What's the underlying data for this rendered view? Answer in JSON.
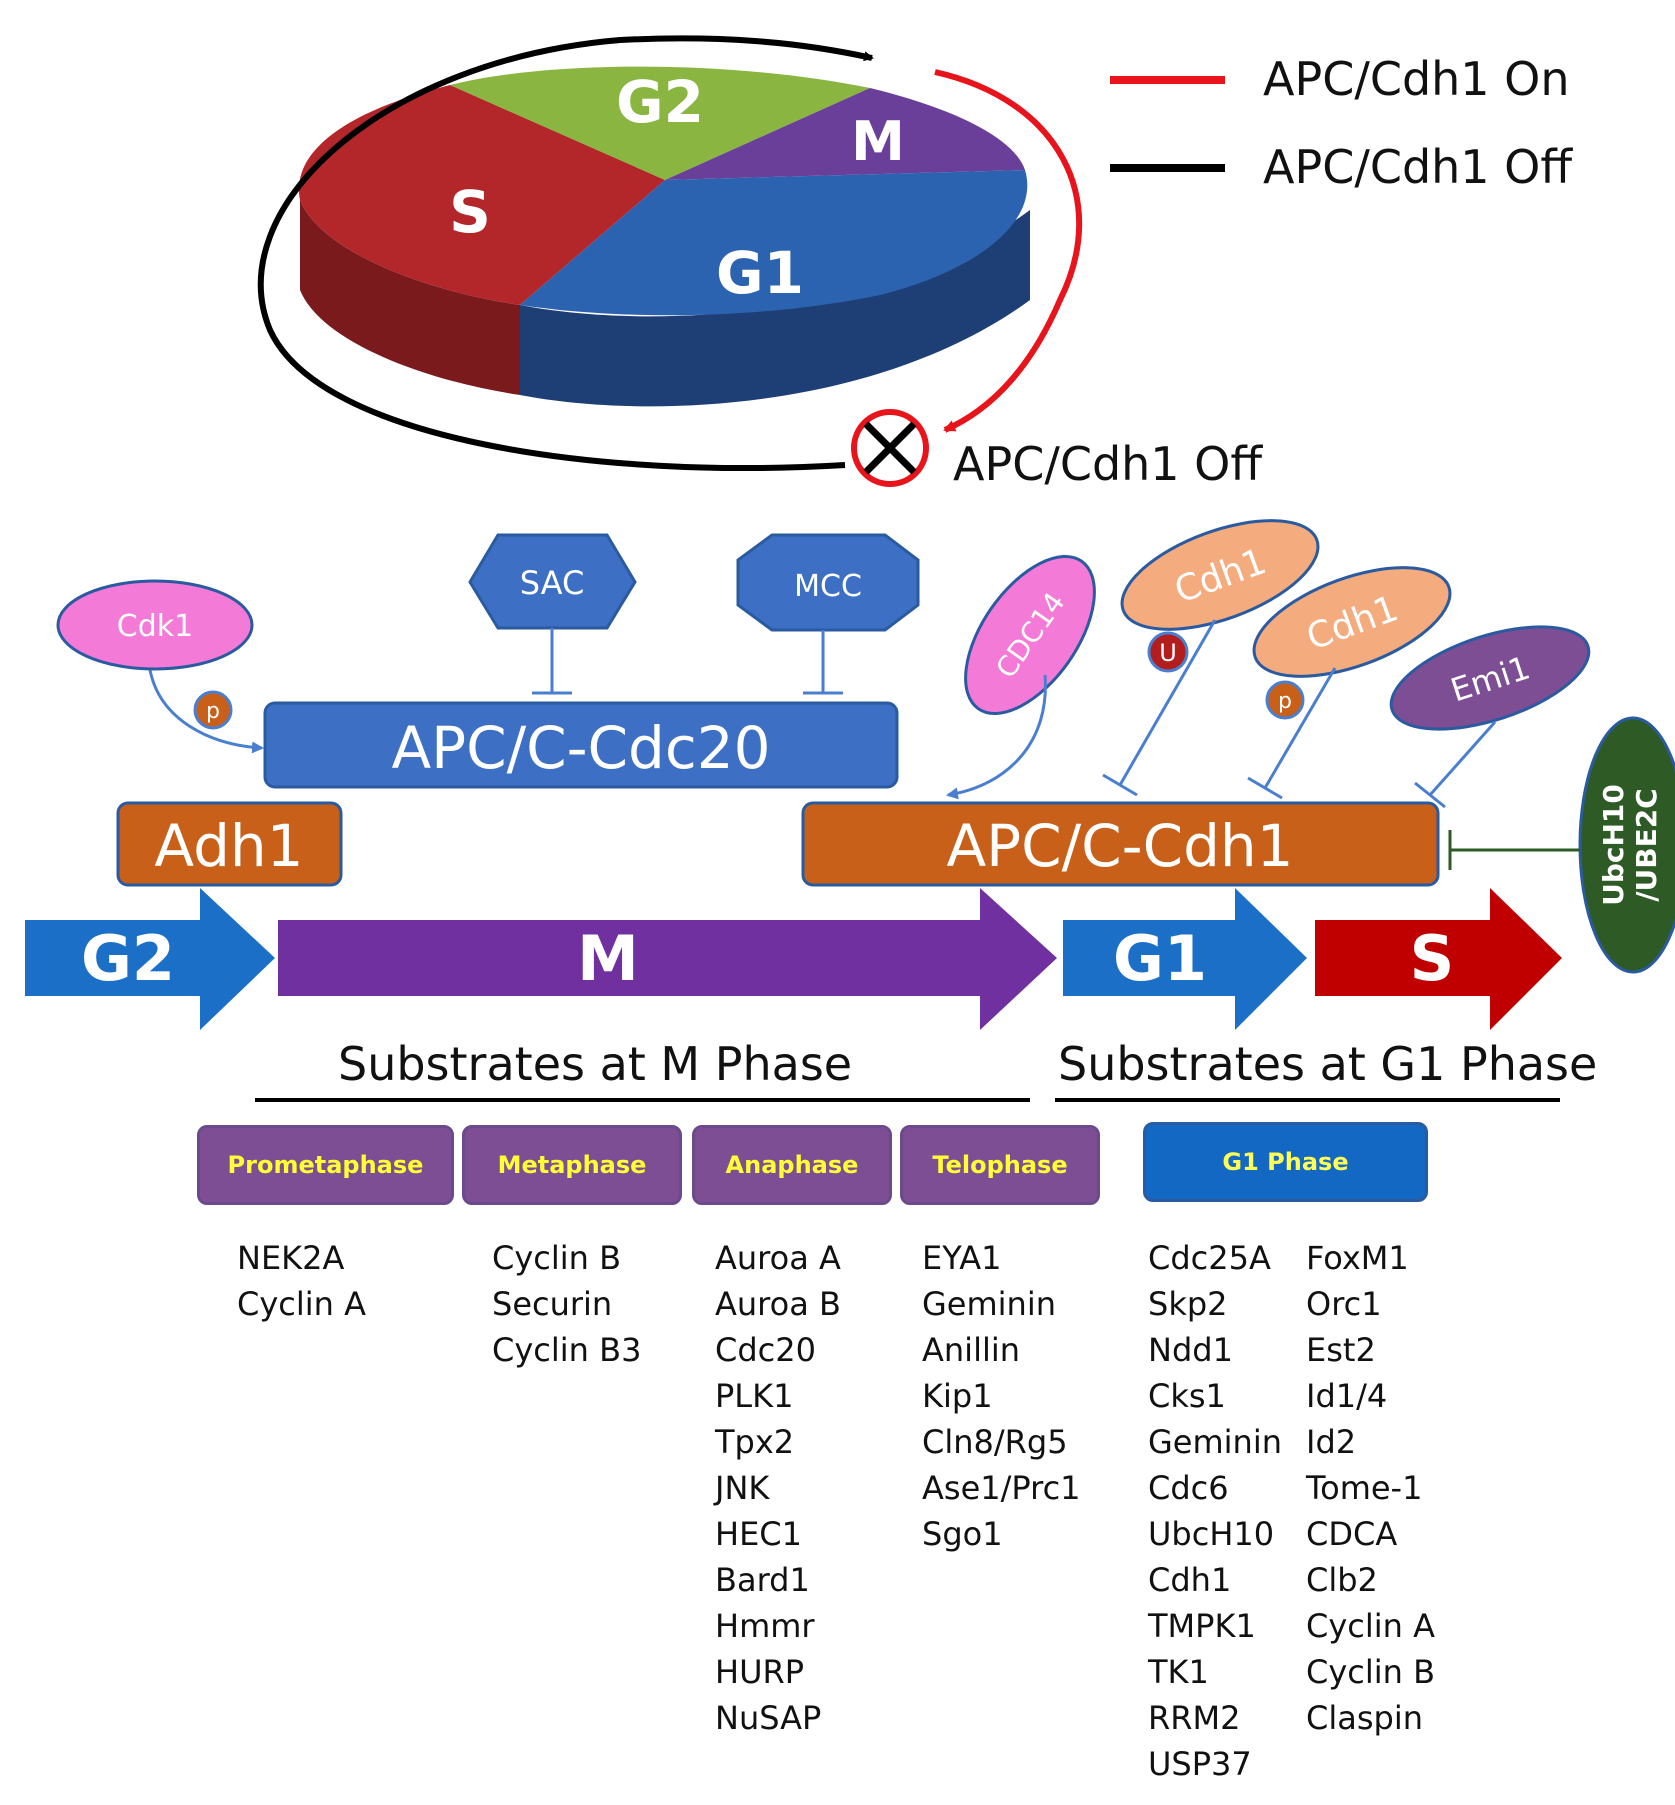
{
  "legend": {
    "on_label": "APC/Cdh1 On",
    "off_label": "APC/Cdh1 Off",
    "on_color": "#e8141b",
    "off_color": "#000000"
  },
  "pie": {
    "slices": {
      "s": "S",
      "g2": "G2",
      "m": "M",
      "g1": "G1"
    },
    "colors": {
      "s": "#b3272b",
      "g2": "#8ab541",
      "m": "#6a3f99",
      "g1": "#2c63b0"
    },
    "off_point_label": "APC/Cdh1 Off"
  },
  "regulators": {
    "cdk1": "Cdk1",
    "sac": "SAC",
    "mcc": "MCC",
    "cdc14": "CDC14",
    "cdh1_u": "Cdh1",
    "cdh1_p": "Cdh1",
    "emi1": "Emi1",
    "ubch10": "UbcH10\n/UBE2C",
    "p_badge": "p",
    "u_badge": "U"
  },
  "complexes": {
    "apc_cdc20": "APC/C-Cdc20",
    "adh1": "Adh1",
    "apc_cdh1": "APC/C-Cdh1"
  },
  "phases": {
    "g2": "G2",
    "m": "M",
    "g1": "G1",
    "s": "S"
  },
  "substrate_headers": {
    "m_phase": "Substrates at M Phase",
    "g1_phase": "Substrates at G1 Phase"
  },
  "phase_boxes": {
    "prometaphase": "Prometaphase",
    "metaphase": "Metaphase",
    "anaphase": "Anaphase",
    "telophase": "Telophase",
    "g1_phase": "G1 Phase"
  },
  "substrates": {
    "prometaphase": [
      "NEK2A",
      "Cyclin A"
    ],
    "metaphase": [
      "Cyclin B",
      "Securin",
      "Cyclin B3"
    ],
    "anaphase": [
      "Auroa A",
      "Auroa B",
      "Cdc20",
      "PLK1",
      "Tpx2",
      "JNK",
      "HEC1",
      "Bard1",
      "Hmmr",
      "HURP",
      "NuSAP"
    ],
    "telophase": [
      "EYA1",
      "Geminin",
      "Anillin",
      "Kip1",
      "Cln8/Rg5",
      "Ase1/Prc1",
      "Sgo1"
    ],
    "g1_col1": [
      "Cdc25A",
      "Skp2",
      "Ndd1",
      "Cks1",
      "Geminin",
      "Cdc6",
      "UbcH10",
      "Cdh1",
      "TMPK1",
      "TK1",
      "RRM2",
      "USP37"
    ],
    "g1_col2": [
      "FoxM1",
      "Orc1",
      "Est2",
      "Id1/4",
      "Id2",
      "Tome-1",
      "CDCA",
      "Clb2",
      "Cyclin A",
      "Cyclin B",
      "Claspin"
    ]
  }
}
